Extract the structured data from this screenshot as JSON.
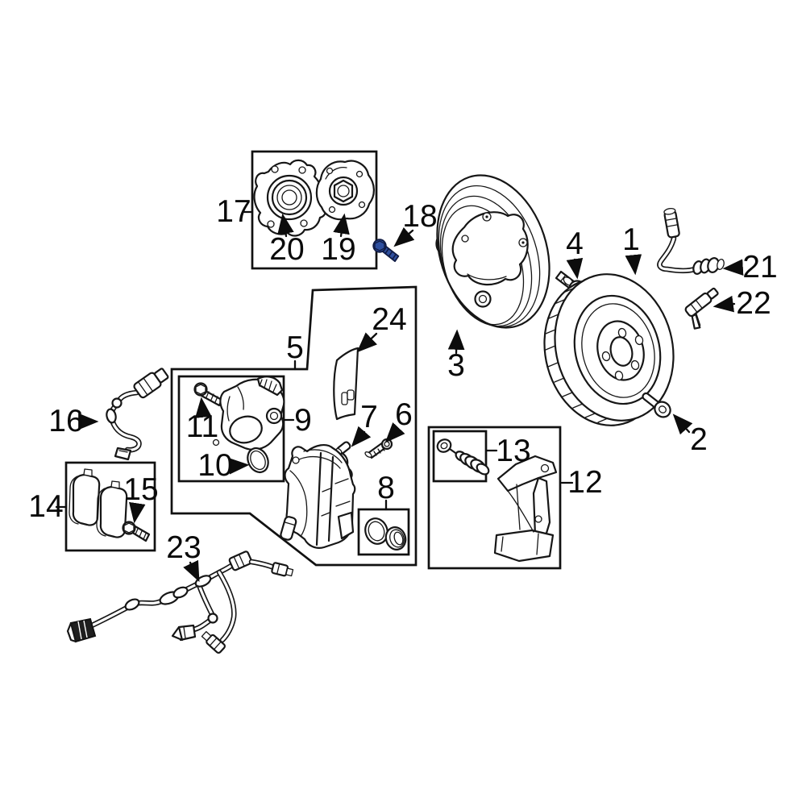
{
  "diagram": {
    "colors": {
      "background": "#ffffff",
      "line": "#161616",
      "label": "#0a0a0a",
      "highlight_fill": "#2e4f9f",
      "highlight_stroke": "#101b44"
    },
    "highlight": {
      "callout": "18"
    },
    "callouts": {
      "c1": "1",
      "c2": "2",
      "c3": "3",
      "c4": "4",
      "c5": "5",
      "c6": "6",
      "c7": "7",
      "c8": "8",
      "c9": "9",
      "c10": "10",
      "c11": "11",
      "c12": "12",
      "c13": "13",
      "c14": "14",
      "c15": "15",
      "c16": "16",
      "c17": "17",
      "c18": "18",
      "c19": "19",
      "c20": "20",
      "c21": "21",
      "c22": "22",
      "c23": "23",
      "c24": "24"
    }
  }
}
